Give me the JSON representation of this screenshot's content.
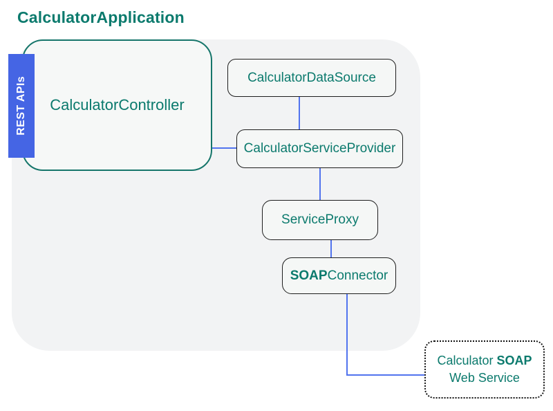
{
  "title": "CalculatorApplication",
  "rest_apis_label": "REST APIs",
  "nodes": {
    "controller": {
      "label": "CalculatorController"
    },
    "data_source": {
      "label": "CalculatorDataSource"
    },
    "service_provider": {
      "label": "CalculatorServiceProvider"
    },
    "service_proxy": {
      "label": "ServiceProxy"
    },
    "soap_connector": {
      "label_bold": "SOAP",
      "label_regular": "Connector"
    },
    "soap_web_service": {
      "line1_regular": "Calculator ",
      "line1_bold": "SOAP",
      "line2": "Web Service"
    }
  },
  "colors": {
    "teal": "#0B7A6D",
    "teal_border": "#15756A",
    "blue": "#4565E4",
    "blue_line": "#5173EE",
    "bg_gray": "#F2F3F4",
    "node_fill": "#F5F7F6",
    "controller_fill": "#F6F8F7",
    "dark_border": "#1D1D1D"
  }
}
